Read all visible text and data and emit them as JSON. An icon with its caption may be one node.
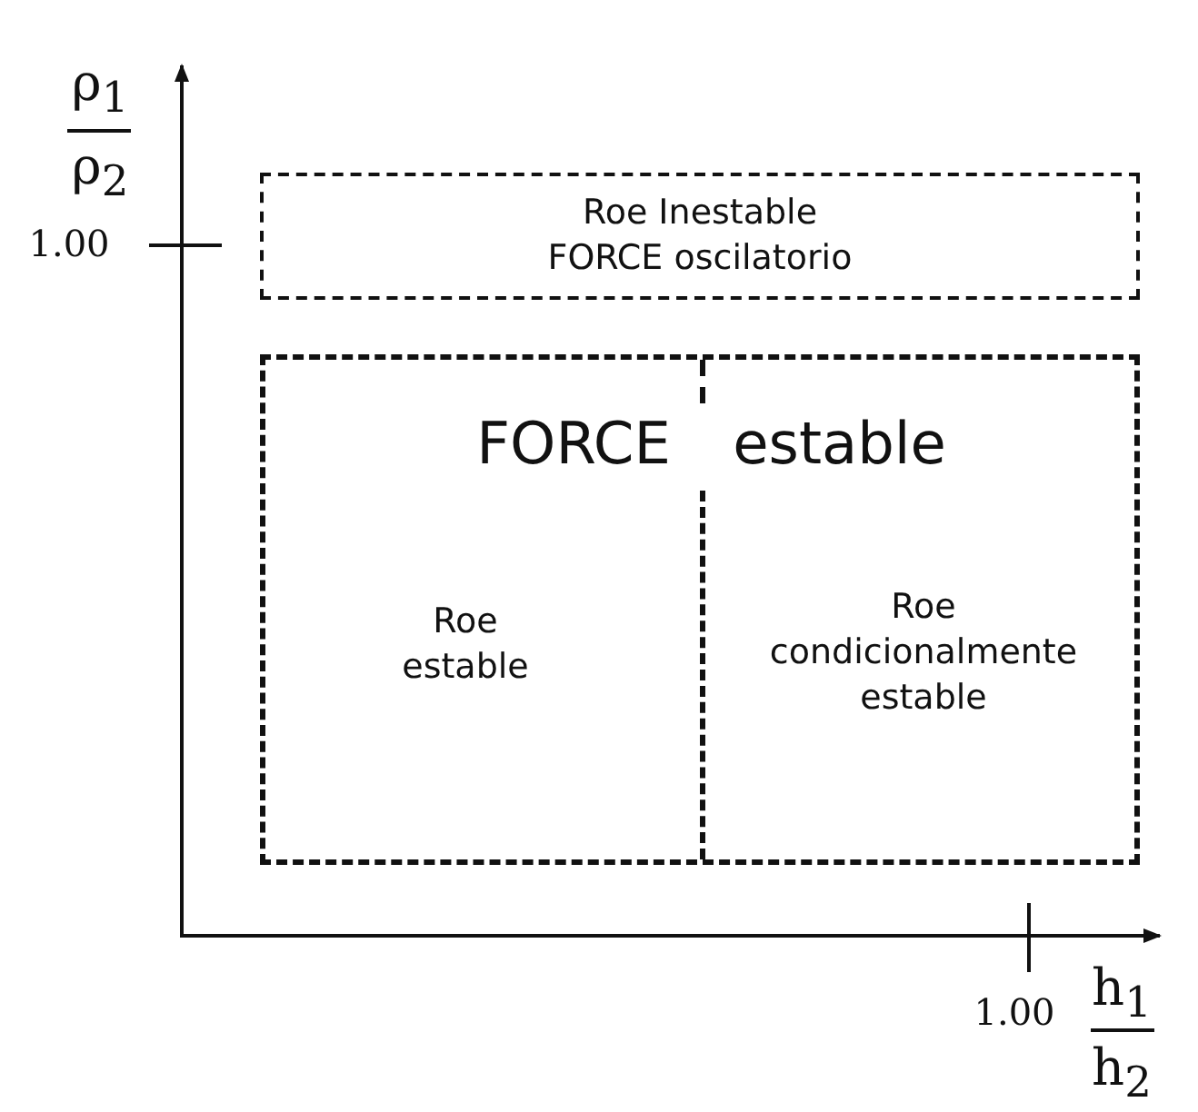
{
  "diagram": {
    "nodes": [
      {
        "text": [
          "Roe Inestable FORCE oscilatorio"
        ]
      },
      {
        "text": [
          "FORCE estable"
        ]
      },
      {
        "text": [
          "Roe estable"
        ],
        "in": 1
      },
      {
        "text": [
          "Roe condicionalmente estable"
        ],
        "in": 1
      }
    ],
    "labels": [
      "ρ$_{1}$",
      "ρ$_{2}$",
      "1.00",
      "1.00",
      "h$_{1}$",
      "h$_{2}$"
    ]
  }
}
